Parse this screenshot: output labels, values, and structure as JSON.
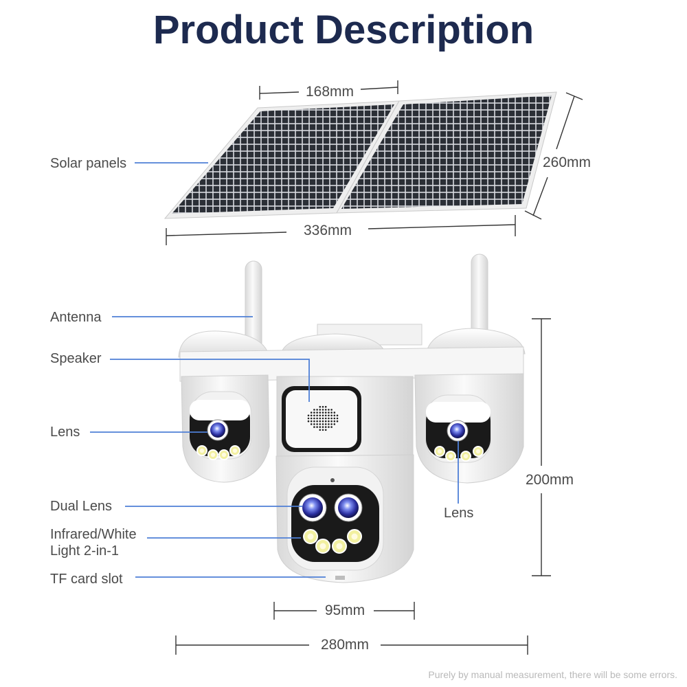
{
  "title": "Product Description",
  "labels": {
    "solar_panels": "Solar panels",
    "antenna": "Antenna",
    "speaker": "Speaker",
    "lens_left": "Lens",
    "dual_lens": "Dual Lens",
    "infrared_line1": "Infrared/White",
    "infrared_line2": "Light 2-in-1",
    "tf_card_slot": "TF card slot",
    "lens_right": "Lens"
  },
  "dimensions": {
    "panel_width": "168mm",
    "panel_height": "260mm",
    "panels_total_width": "336mm",
    "camera_height": "200mm",
    "center_width": "95mm",
    "camera_total_width": "280mm"
  },
  "footnote": "Purely by manual measurement, there will be some errors.",
  "colors": {
    "title": "#1d2a4f",
    "leader_line": "#4e7fd6",
    "dimension_line": "#333333",
    "panel_cell": "#2b2f36",
    "housing": "#f4f4f4"
  }
}
